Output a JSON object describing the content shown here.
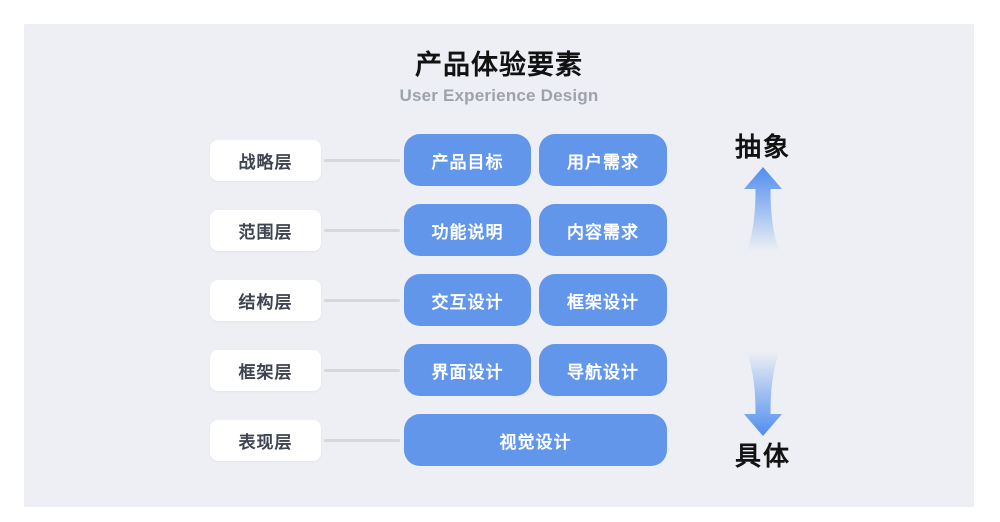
{
  "title": "产品体验要素",
  "subtitle": "User Experience Design",
  "rows": [
    {
      "label": "战略层",
      "boxes": [
        "产品目标",
        "用户需求"
      ]
    },
    {
      "label": "范围层",
      "boxes": [
        "功能说明",
        "内容需求"
      ]
    },
    {
      "label": "结构层",
      "boxes": [
        "交互设计",
        "框架设计"
      ]
    },
    {
      "label": "框架层",
      "boxes": [
        "界面设计",
        "导航设计"
      ]
    },
    {
      "label": "表现层",
      "boxes": [
        "视觉设计"
      ]
    }
  ],
  "axis": {
    "top_label": "抽象",
    "bottom_label": "具体"
  },
  "colors": {
    "card_bg": "#EDEFF4",
    "box_blue": "#6296EB",
    "arrow_blue": "#4F8DEE",
    "label_text": "#3E4450",
    "connector": "#D5D7DC",
    "title_text": "#121212",
    "subtitle_text": "#9DA2AB",
    "box_text": "#FFFFFF"
  }
}
